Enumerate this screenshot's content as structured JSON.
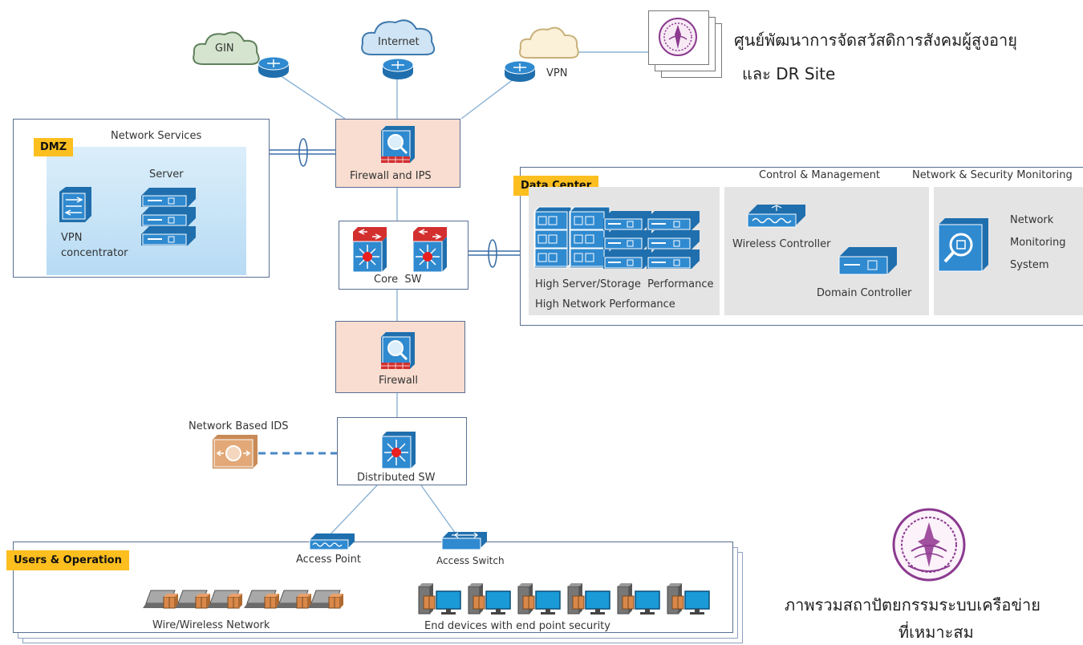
{
  "clouds": {
    "gin": "GIN",
    "internet": "Internet",
    "vpn_label": "VPN"
  },
  "remote_site": {
    "title_line1": "ศูนย์พัฒนาการจัดสวัสดิการสังคมผู้สูงอายุ",
    "title_line2": "และ DR Site"
  },
  "dmz": {
    "tag": "DMZ",
    "network_services": "Network Services",
    "server": "Server",
    "vpn_concentrator_line1": "VPN",
    "vpn_concentrator_line2": "concentrator"
  },
  "core": {
    "firewall_ips": "Firewall and IPS",
    "core_sw": "Core  SW",
    "firewall": "Firewall",
    "distributed_sw": "Distributed SW",
    "nids": "Network Based IDS"
  },
  "data_center": {
    "tag": "Data Center",
    "control_mgmt": "Control & Management",
    "net_sec_monitoring": "Network & Security Monitoring",
    "high_server": "High Server/Storage  Performance",
    "high_network": "High Network Performance",
    "wireless_controller": "Wireless Controller",
    "domain_controller": "Domain Controller",
    "nms_line1": "Network",
    "nms_line2": "Monitoring",
    "nms_line3": "System"
  },
  "users": {
    "tag": "Users & Operation",
    "access_point": "Access Point",
    "access_switch": "Access Switch",
    "wire_wireless": "Wire/Wireless Network",
    "end_devices": "End devices with end point security"
  },
  "caption": {
    "line1": "ภาพรวมสถาปัตยกรรมระบบเครือข่าย",
    "line2": "ที่เหมาะสม"
  },
  "colors": {
    "cisco_blue": "#1f7bbd",
    "dmz_blue": "#c8e6f8",
    "pink_box": "#f8ddd0",
    "tag_orange": "#fdbf1f",
    "line_blue": "#7ea7c9",
    "emblem_purple": "#8b3a8f"
  }
}
